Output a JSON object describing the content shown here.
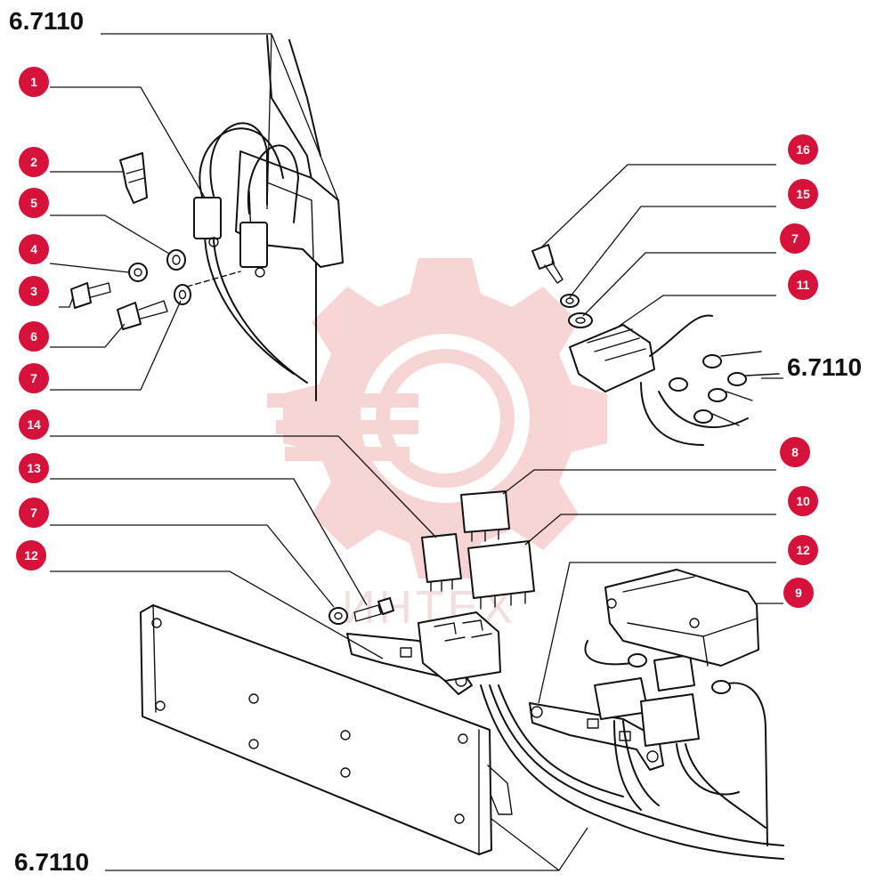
{
  "diagram": {
    "reference_labels": [
      {
        "id": "ref-top-left",
        "text": "6.7110"
      },
      {
        "id": "ref-right",
        "text": "6.7110"
      },
      {
        "id": "ref-bottom-left",
        "text": "6.7110"
      }
    ],
    "callouts": [
      {
        "id": "c1",
        "number": "1"
      },
      {
        "id": "c2",
        "number": "2"
      },
      {
        "id": "c5",
        "number": "5"
      },
      {
        "id": "c4",
        "number": "4"
      },
      {
        "id": "c3",
        "number": "3"
      },
      {
        "id": "c6",
        "number": "6"
      },
      {
        "id": "c7a",
        "number": "7"
      },
      {
        "id": "c14",
        "number": "14"
      },
      {
        "id": "c13",
        "number": "13"
      },
      {
        "id": "c7b",
        "number": "7"
      },
      {
        "id": "c12a",
        "number": "12"
      },
      {
        "id": "c16",
        "number": "16"
      },
      {
        "id": "c15",
        "number": "15"
      },
      {
        "id": "c7c",
        "number": "7"
      },
      {
        "id": "c11",
        "number": "11"
      },
      {
        "id": "c8",
        "number": "8"
      },
      {
        "id": "c10",
        "number": "10"
      },
      {
        "id": "c12b",
        "number": "12"
      },
      {
        "id": "c9",
        "number": "9"
      }
    ],
    "watermark_text": "ИНТЕХ",
    "colors": {
      "callout_fill": "#d6123a",
      "ink": "#111111",
      "watermark": "#f2b8b8"
    }
  }
}
